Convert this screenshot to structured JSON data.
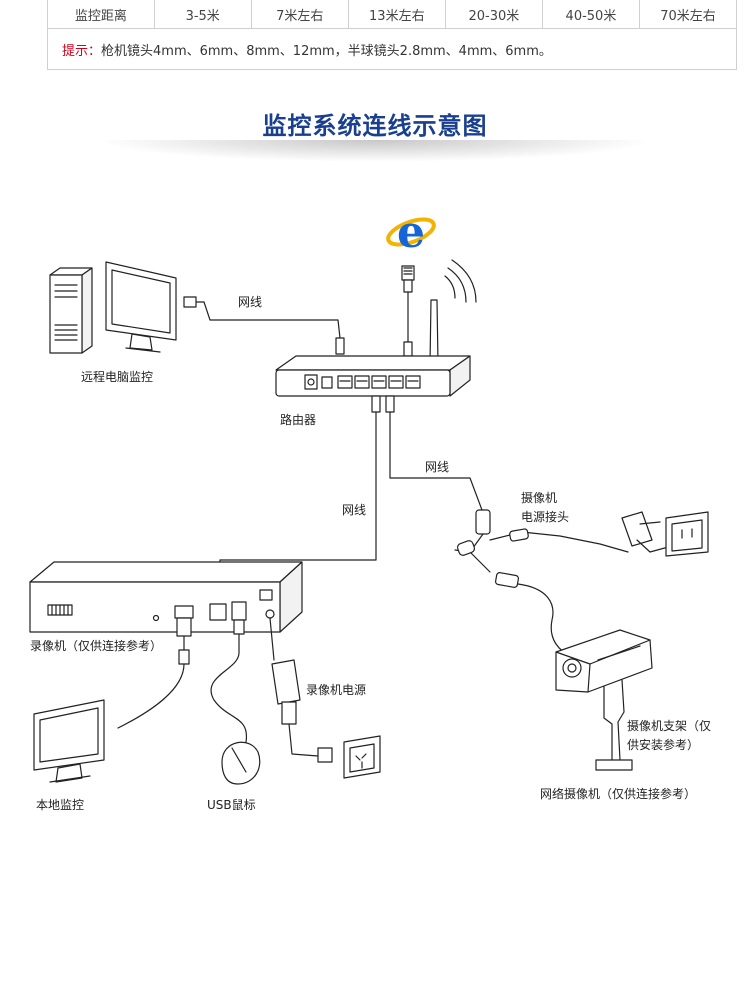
{
  "table": {
    "row_label": "监控距离",
    "cells": [
      "3-5米",
      "7米左右",
      "13米左右",
      "20-30米",
      "40-50米",
      "70米左右"
    ],
    "tip_label": "提示：",
    "tip_text": "枪机镜头4mm、6mm、8mm、12mm，半球镜头2.8mm、4mm、6mm。"
  },
  "title": "监控系统连线示意图",
  "labels": {
    "remote_pc": "远程电脑监控",
    "router": "路由器",
    "cable_top": "网线",
    "cable_mid": "网线",
    "cable_right": "网线",
    "camera_power_1": "摄像机",
    "camera_power_2": "电源接头",
    "nvr": "录像机（仅供连接参考）",
    "nvr_power": "录像机电源",
    "local_monitor": "本地监控",
    "usb_mouse": "USB鼠标",
    "bracket_1": "摄像机支架（仅",
    "bracket_2": "供安装参考）",
    "ip_camera": "网络摄像机（仅供连接参考）",
    "ie_letter": "e"
  },
  "colors": {
    "title": "#1a3f8f",
    "tip_label": "#d0021b",
    "ie_blue": "#1665d8",
    "ie_ring": "#f2b400"
  }
}
